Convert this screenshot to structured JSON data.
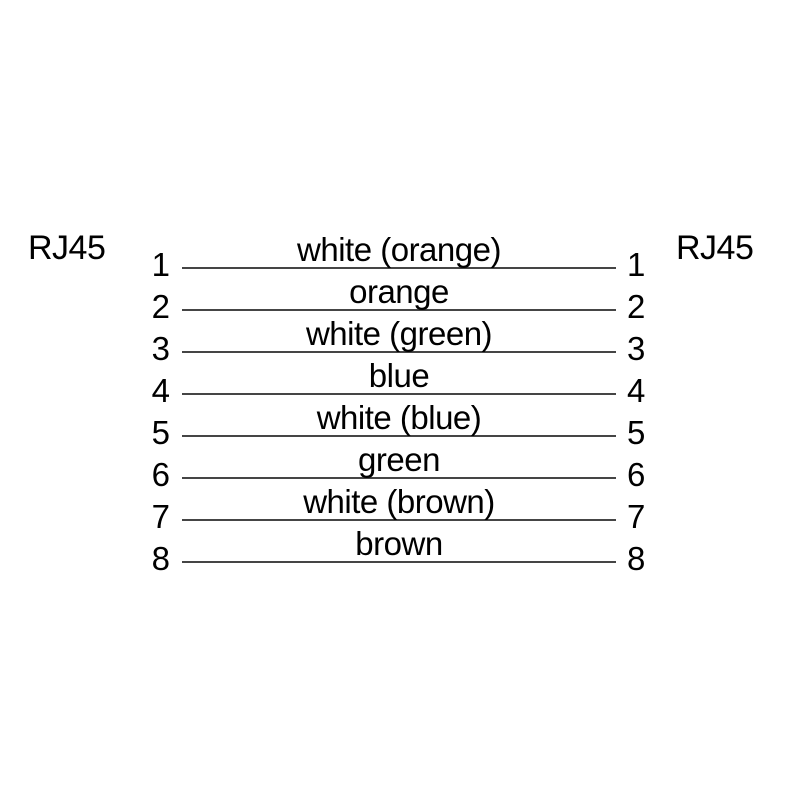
{
  "diagram": {
    "type": "cable-pinout",
    "left_connector": {
      "label": "RJ45"
    },
    "right_connector": {
      "label": "RJ45"
    },
    "wires": [
      {
        "left_pin": "1",
        "right_pin": "1",
        "label": "white (orange)"
      },
      {
        "left_pin": "2",
        "right_pin": "2",
        "label": "orange"
      },
      {
        "left_pin": "3",
        "right_pin": "3",
        "label": "white (green)"
      },
      {
        "left_pin": "4",
        "right_pin": "4",
        "label": "blue"
      },
      {
        "left_pin": "5",
        "right_pin": "5",
        "label": "white (blue)"
      },
      {
        "left_pin": "6",
        "right_pin": "6",
        "label": "green"
      },
      {
        "left_pin": "7",
        "right_pin": "7",
        "label": "white (brown)"
      },
      {
        "left_pin": "8",
        "right_pin": "8",
        "label": "brown"
      }
    ]
  },
  "colors": {
    "background": "#ffffff",
    "text": "#000000",
    "wire_line": "#454545"
  }
}
